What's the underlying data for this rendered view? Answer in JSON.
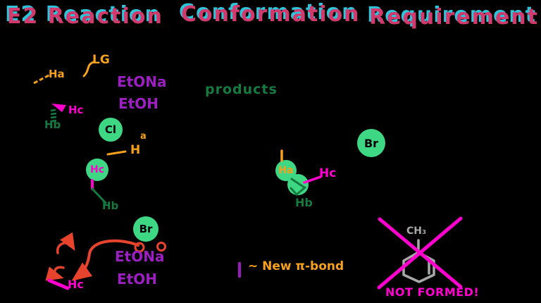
{
  "title": {
    "word1": "E2 Reaction",
    "word2": "Conformation",
    "word3": "Requirement"
  },
  "colors": {
    "background": "#000000",
    "title_pink": "#D23A6E",
    "title_cyan": "#2EC4D9",
    "orange": "#F5A01E",
    "purple": "#9B1FC1",
    "magenta": "#FF00CE",
    "dark_green": "#157A40",
    "highlight_green": "#3ED884",
    "red": "#E8432D",
    "gray": "#A8A8A8"
  },
  "reactant": {
    "ha": "Ha",
    "lg": "LG",
    "hc": "Hc",
    "hb": "Hb",
    "reagent_base": "EtONa",
    "reagent_solvent": "EtOH"
  },
  "newman": {
    "cl": "Cl",
    "h_sub": "a",
    "h_label": "H",
    "hc_top": "Hc",
    "hb": "Hb",
    "br": "Br",
    "hc_bottom": "Hc",
    "reagent_base": "EtONa",
    "reagent_solvent": "EtOH"
  },
  "center": {
    "products": "products",
    "ha": "Ha",
    "hc": "Hc",
    "hb": "Hb",
    "br": "Br"
  },
  "note": {
    "pi_bond": "~ New π-bond"
  },
  "not_formed": {
    "ch3": "CH₃",
    "caption": "NOT FORMED!"
  }
}
